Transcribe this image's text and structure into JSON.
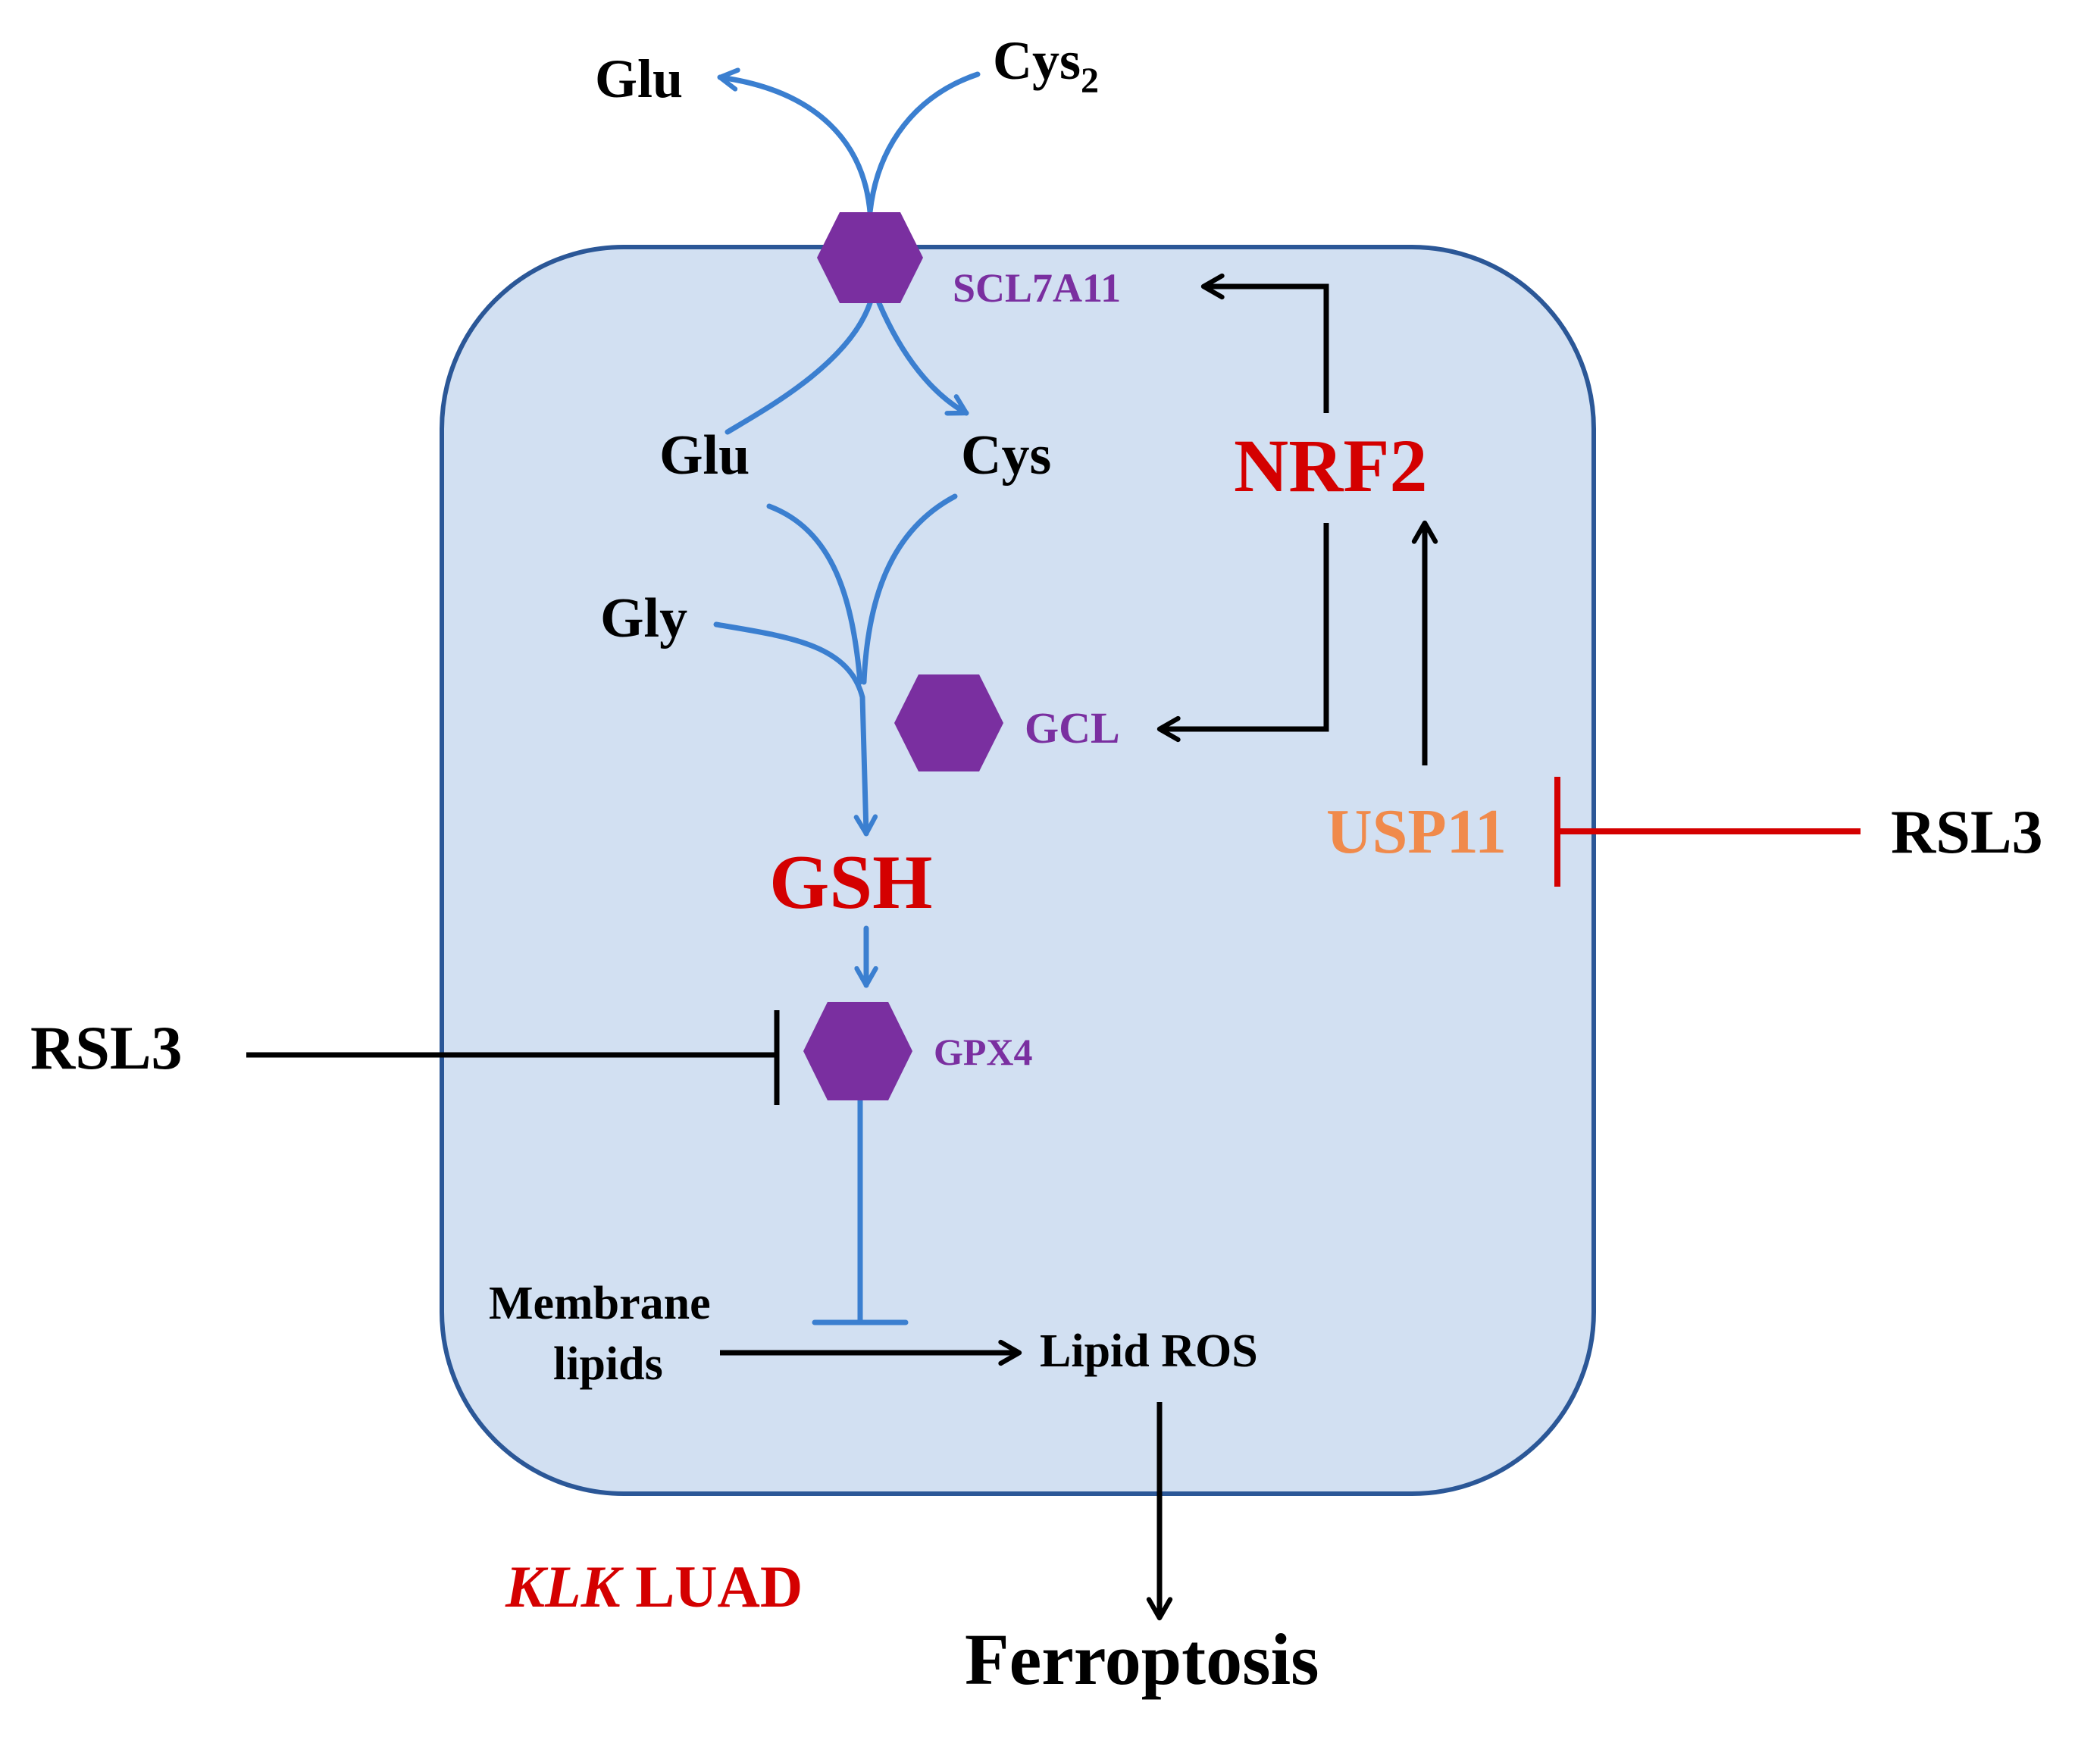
{
  "outside": {
    "glu_out": "Glu",
    "cys2": "Cys",
    "cys2_sub": "2",
    "rsl3_left": "RSL3",
    "rsl3_right": "RSL3",
    "ferroptosis": "Ferroptosis",
    "cell_type_italic": "KLK",
    "cell_type_rest": "LUAD"
  },
  "cell": {
    "glu_in": "Glu",
    "cys_in": "Cys",
    "gly": "Gly",
    "gsh": "GSH",
    "nrf2": "NRF2",
    "usp11": "USP11",
    "membrane_lipids_line1": "Membrane",
    "membrane_lipids_line2": "lipids",
    "lipid_ros": "Lipid ROS"
  },
  "enzymes": {
    "transporter": "SCL7A11",
    "gcl": "GCL",
    "gpx4": "GPX4"
  },
  "colors": {
    "cell_fill": "#d2e0f2",
    "cell_border": "#2b5797",
    "pathway_blue": "#3b7fd0",
    "enzyme_purple": "#7a2fa0",
    "highlight_red": "#d40000",
    "usp11_orange": "#f08a4b",
    "arrow_black": "#000000"
  }
}
